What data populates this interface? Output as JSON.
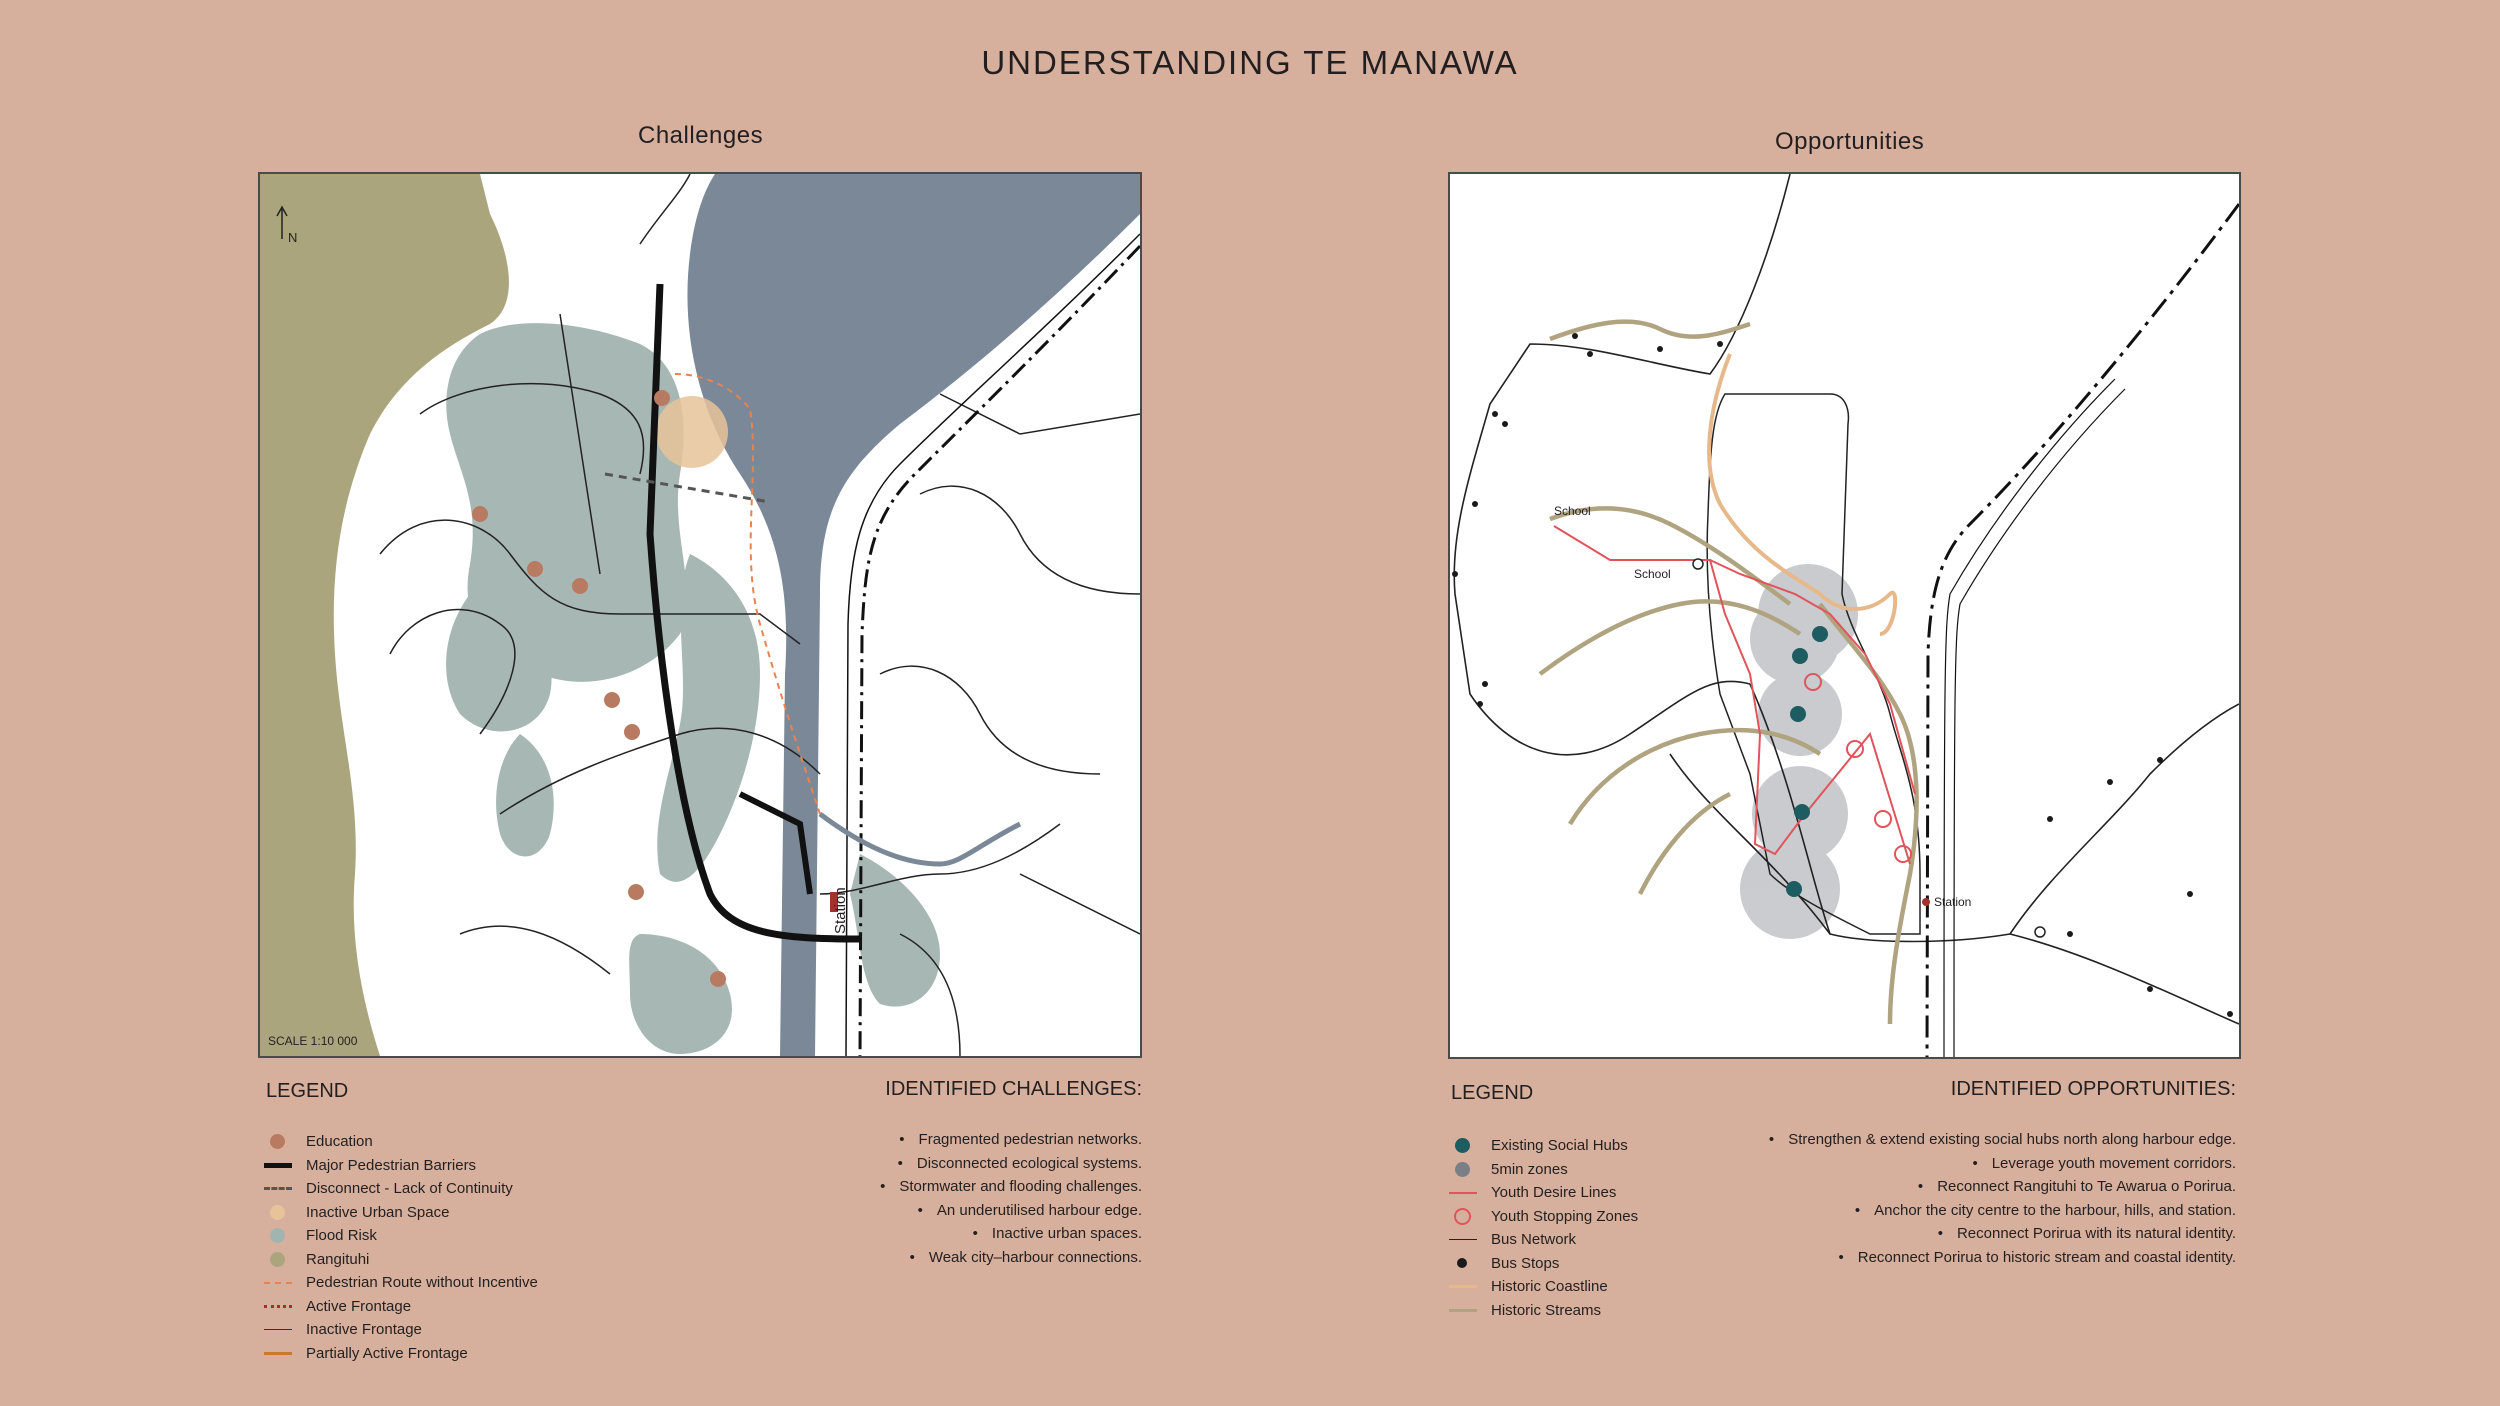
{
  "title": "UNDERSTANDING TE MANAWA",
  "challenges": {
    "heading": "Challenges",
    "north": "N",
    "scale": "SCALE 1:10 000",
    "station_label": "Station",
    "legend_title": "LEGEND",
    "legend": [
      {
        "label": "Education",
        "symbol": "dot",
        "color": "#b97a62"
      },
      {
        "label": "Major Pedestrian Barriers",
        "symbol": "line-thick",
        "color": "#111111"
      },
      {
        "label": "Disconnect - Lack of Continuity",
        "symbol": "line-dash",
        "color": "#555555"
      },
      {
        "label": "Inactive Urban Space",
        "symbol": "dot",
        "color": "#e8c39a"
      },
      {
        "label": "Flood Risk",
        "symbol": "dot",
        "color": "#a2b4b0"
      },
      {
        "label": "Rangituhi",
        "symbol": "dot",
        "color": "#aba57e"
      },
      {
        "label": "Pedestrian Route without Incentive",
        "symbol": "line-dash-orange",
        "color": "#e8834f"
      },
      {
        "label": "Active Frontage",
        "symbol": "line-dot-red",
        "color": "#b3262a"
      },
      {
        "label": "Inactive Frontage",
        "symbol": "line-thin",
        "color": "#333333"
      },
      {
        "label": "Partially Active Frontage",
        "symbol": "line-orange",
        "color": "#c8782f"
      }
    ],
    "list_title": "IDENTIFIED CHALLENGES:",
    "items": [
      "Fragmented pedestrian networks.",
      "Disconnected ecological systems.",
      "Stormwater and flooding challenges.",
      "An underutilised harbour edge.",
      "Inactive urban spaces.",
      "Weak city–harbour connections."
    ]
  },
  "opportunities": {
    "heading": "Opportunities",
    "school_label_1": "School",
    "school_label_2": "School",
    "station_label": "Station",
    "legend_title": "LEGEND",
    "legend": [
      {
        "label": "Existing Social Hubs",
        "symbol": "dot",
        "color": "#1d5c60"
      },
      {
        "label": "5min zones",
        "symbol": "dot",
        "color": "#7a7f86"
      },
      {
        "label": "Youth Desire Lines",
        "symbol": "line-red",
        "color": "#e0545b"
      },
      {
        "label": "Youth Stopping Zones",
        "symbol": "ring",
        "color": "#e0545b"
      },
      {
        "label": "Bus Network",
        "symbol": "line-thin",
        "color": "#222222"
      },
      {
        "label": "Bus Stops",
        "symbol": "dot",
        "color": "#1a1a1a"
      },
      {
        "label": "Historic Coastline",
        "symbol": "line-coast",
        "color": "#e6b88a"
      },
      {
        "label": "Historic Streams",
        "symbol": "line-stream",
        "color": "#b0a37f"
      }
    ],
    "list_title": "IDENTIFIED OPPORTUNITIES:",
    "items": [
      "Strengthen & extend existing social hubs north along harbour edge.",
      "Leverage youth movement corridors.",
      "Reconnect Rangituhi to Te Awarua o Porirua.",
      "Anchor the city centre to the harbour, hills, and station.",
      "Reconnect Porirua with its natural identity.",
      "Reconnect Porirua to historic stream and coastal identity."
    ]
  }
}
